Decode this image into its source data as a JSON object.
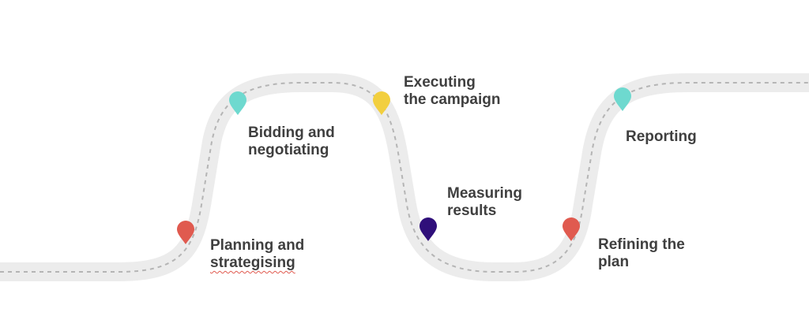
{
  "colors": {
    "road": "#ececec",
    "road_dash": "#b5b5b5",
    "text": "#3f3f3f",
    "pin_red": "#e05a4f",
    "pin_teal": "#6ed9cf",
    "pin_yellow": "#f2cf3f",
    "pin_purple": "#2f0f7a"
  },
  "steps": [
    {
      "id": "planning",
      "lines": [
        "Planning and",
        "strategising"
      ],
      "pin_color": "#e05a4f",
      "pin_icon": "map-pin-icon"
    },
    {
      "id": "bidding",
      "lines": [
        "Bidding and",
        "negotiating"
      ],
      "pin_color": "#6ed9cf",
      "pin_icon": "map-pin-icon"
    },
    {
      "id": "executing",
      "lines": [
        "Executing",
        "the campaign"
      ],
      "pin_color": "#f2cf3f",
      "pin_icon": "map-pin-icon"
    },
    {
      "id": "measuring",
      "lines": [
        "Measuring",
        "results"
      ],
      "pin_color": "#2f0f7a",
      "pin_icon": "map-pin-icon"
    },
    {
      "id": "refining",
      "lines": [
        "Refining the",
        "plan"
      ],
      "pin_color": "#e05a4f",
      "pin_icon": "map-pin-icon"
    },
    {
      "id": "reporting",
      "lines": [
        "Reporting"
      ],
      "pin_color": "#6ed9cf",
      "pin_icon": "map-pin-icon"
    }
  ]
}
